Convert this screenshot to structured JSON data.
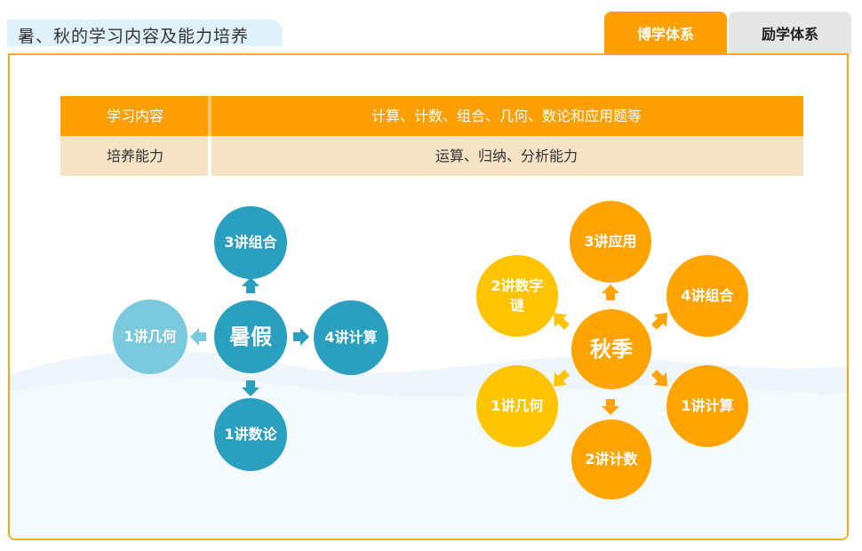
{
  "page": {
    "title": "暑、秋的学习内容及能力培养"
  },
  "tabs": [
    {
      "label": "博学体系",
      "active": true
    },
    {
      "label": "励学体系",
      "active": false
    }
  ],
  "table": {
    "rows": [
      {
        "label": "学习内容",
        "value": "计算、计数、组合、几何、数论和应用题等"
      },
      {
        "label": "培养能力",
        "value": "运算、归纳、分析能力"
      }
    ]
  },
  "summer": {
    "center": "暑假",
    "nodes": [
      {
        "position": "top",
        "label": "3讲组合"
      },
      {
        "position": "left",
        "label": "1讲几何"
      },
      {
        "position": "right",
        "label": "4讲计算"
      },
      {
        "position": "bottom",
        "label": "1讲数论"
      }
    ]
  },
  "autumn": {
    "center": "秋季",
    "nodes": [
      {
        "position": "top",
        "label": "3讲应用"
      },
      {
        "position": "upper-left",
        "label": "2讲数字谜"
      },
      {
        "position": "upper-right",
        "label": "4讲组合"
      },
      {
        "position": "lower-left",
        "label": "1讲几何"
      },
      {
        "position": "lower-right",
        "label": "1讲计算"
      },
      {
        "position": "bottom",
        "label": "2讲计数"
      }
    ]
  },
  "colors": {
    "accent_orange": "#ff9f00",
    "border_orange": "#f5a623",
    "teal": "#2b9fc0",
    "teal_light": "#7ac9dc",
    "yellow": "#ffc400",
    "beige": "#f7e3c6",
    "title_bg": "#dff2fb"
  }
}
